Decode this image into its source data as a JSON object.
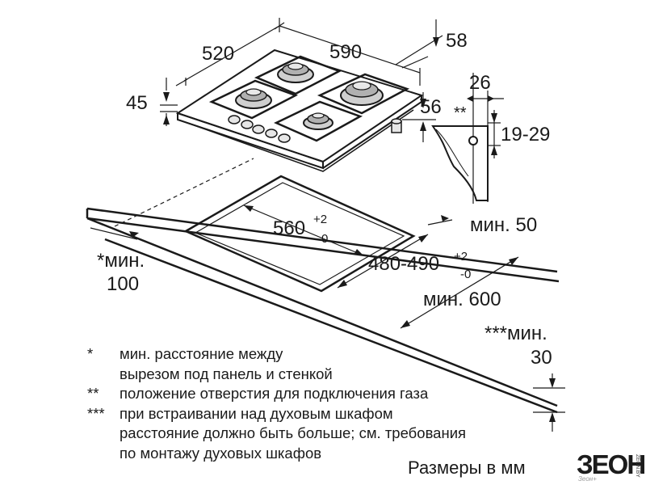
{
  "dimensions": {
    "width": "520",
    "depth": "590",
    "top_offset": "58",
    "glass_height": "45",
    "knob_height": "56",
    "gas_offset": "26",
    "gas_height_range": "19-29",
    "gas_marker": "**",
    "cutout_width": "560",
    "cutout_width_tol_plus": "+2",
    "cutout_width_tol_minus": "-0",
    "cutout_depth": "480-490",
    "cutout_depth_tol_plus": "+2",
    "cutout_depth_tol_minus": "-0",
    "min_back": "мин. 50",
    "min_side_label": "*мин.",
    "min_side_value": "100",
    "min_depth": "мин. 600",
    "min_below_label": "***мин.",
    "min_below_value": "30"
  },
  "notes": [
    {
      "mark": "*",
      "lines": [
        "мин. расстояние между",
        "вырезом под панель и стенкой"
      ]
    },
    {
      "mark": "**",
      "lines": [
        "положение отверстия для подключения газа"
      ]
    },
    {
      "mark": "***",
      "lines": [
        "при встраивании над духовым шкафом",
        "расстояние должно быть больше; см. требования",
        "по монтажу духовых шкафов"
      ]
    }
  ],
  "caption": "Размеры в мм",
  "logo": {
    "word": "ЗЕОН",
    "sub": "Зеон+",
    "domain": "ZEON.BY"
  },
  "colors": {
    "ink": "#1a1a1a",
    "background": "#ffffff"
  }
}
